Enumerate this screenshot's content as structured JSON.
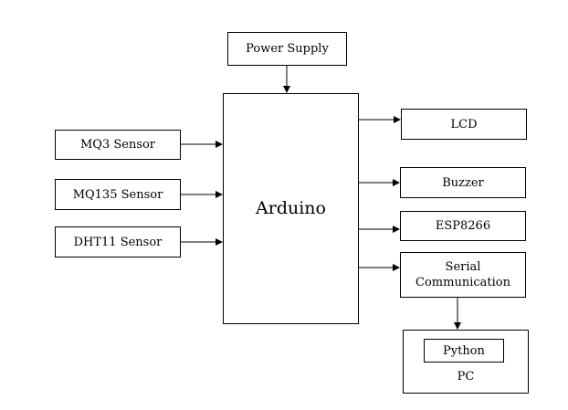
{
  "blocks": {
    "power_supply": "Power Supply",
    "mq3": "MQ3 Sensor",
    "mq135": "MQ135 Sensor",
    "dht11": "DHT11 Sensor",
    "arduino": "Arduino",
    "lcd": "LCD",
    "buzzer": "Buzzer",
    "esp8266": "ESP8266",
    "serial_line1": "Serial",
    "serial_line2": "Communication",
    "python": "Python",
    "pc": "PC"
  },
  "connections": [
    {
      "from": "power_supply",
      "to": "arduino"
    },
    {
      "from": "mq3",
      "to": "arduino"
    },
    {
      "from": "mq135",
      "to": "arduino"
    },
    {
      "from": "dht11",
      "to": "arduino"
    },
    {
      "from": "arduino",
      "to": "lcd"
    },
    {
      "from": "arduino",
      "to": "buzzer"
    },
    {
      "from": "arduino",
      "to": "esp8266"
    },
    {
      "from": "arduino",
      "to": "serial_communication"
    },
    {
      "from": "serial_communication",
      "to": "pc"
    }
  ]
}
